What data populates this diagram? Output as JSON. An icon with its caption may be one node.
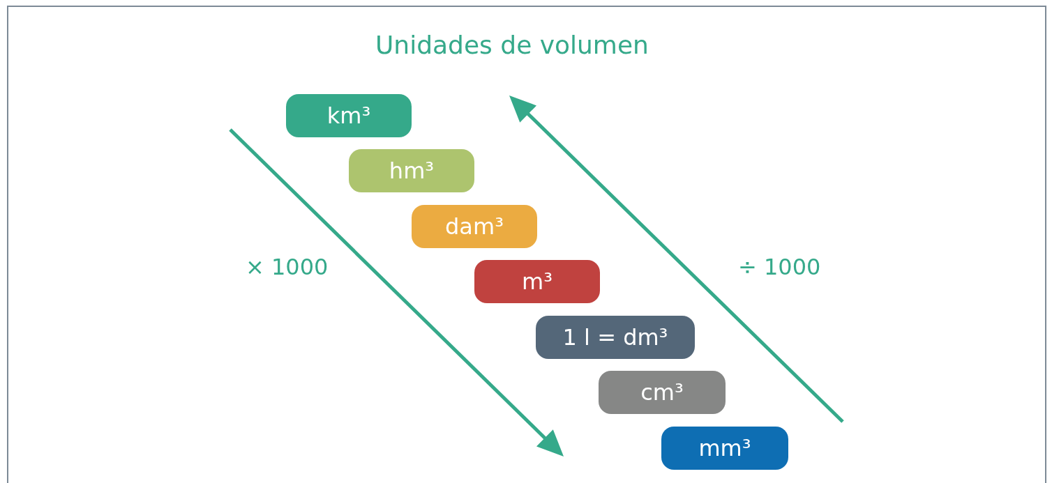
{
  "diagram": {
    "title": "Unidades de volumen",
    "nodes": [
      {
        "text": [
          "km³"
        ]
      },
      {
        "text": [
          "hm³"
        ]
      },
      {
        "text": [
          "dam³"
        ]
      },
      {
        "text": [
          "m³"
        ]
      },
      {
        "text": [
          "1 l = dm³"
        ]
      },
      {
        "text": [
          "cm³"
        ]
      },
      {
        "text": [
          "mm³"
        ]
      }
    ],
    "edges": [],
    "labels": [
      "× 1000",
      "÷ 1000"
    ]
  }
}
